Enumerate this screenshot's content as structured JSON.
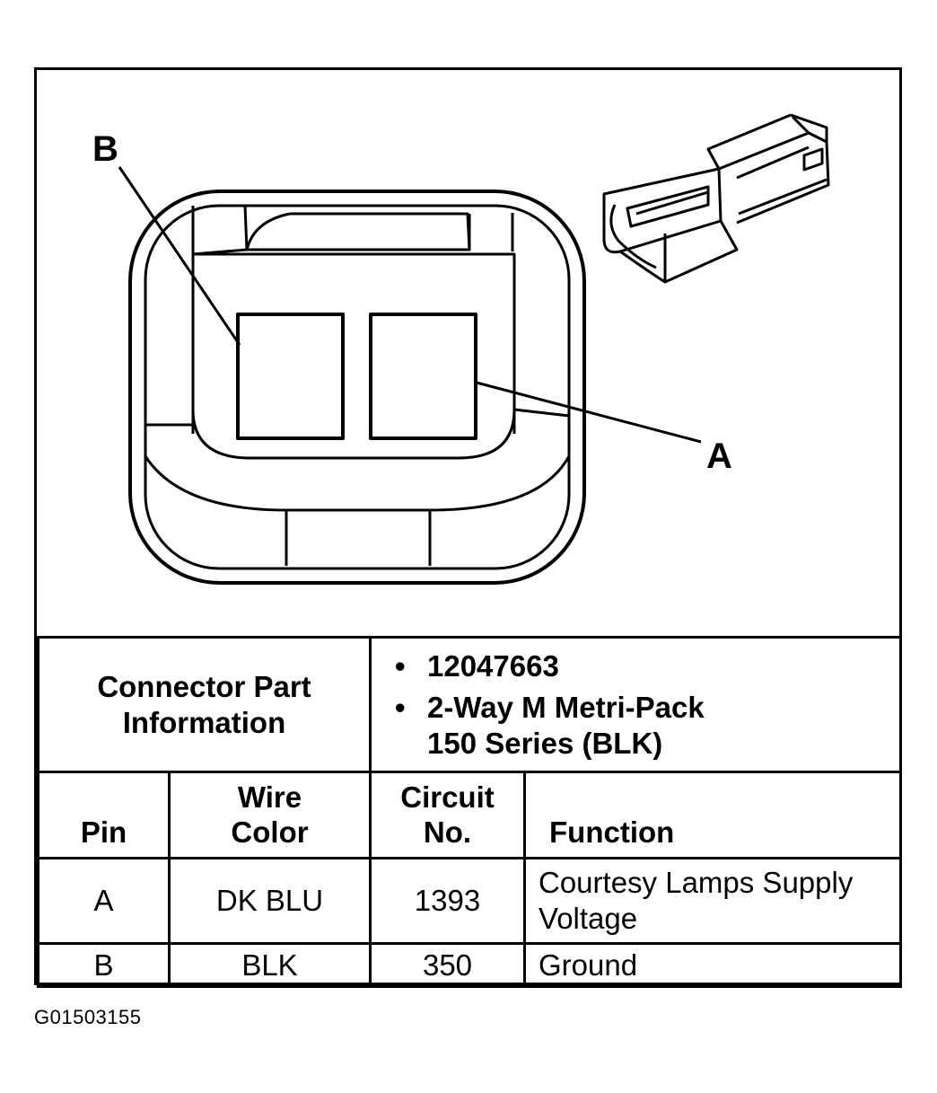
{
  "diagram": {
    "callouts": {
      "pin_b": "B",
      "pin_a": "A"
    }
  },
  "connector_info": {
    "label": "Connector Part Information",
    "items": [
      "12047663",
      "2-Way M Metri-Pack 150 Series (BLK)"
    ]
  },
  "pin_table": {
    "headers": {
      "pin": "Pin",
      "wire_color": "Wire Color",
      "circuit_no": "Circuit No.",
      "function": "Function"
    },
    "rows": [
      {
        "pin": "A",
        "wire_color": "DK BLU",
        "circuit_no": "1393",
        "function": "Courtesy Lamps Supply Voltage"
      },
      {
        "pin": "B",
        "wire_color": "BLK",
        "circuit_no": "350",
        "function": "Ground"
      }
    ]
  },
  "figure_id": "G01503155"
}
